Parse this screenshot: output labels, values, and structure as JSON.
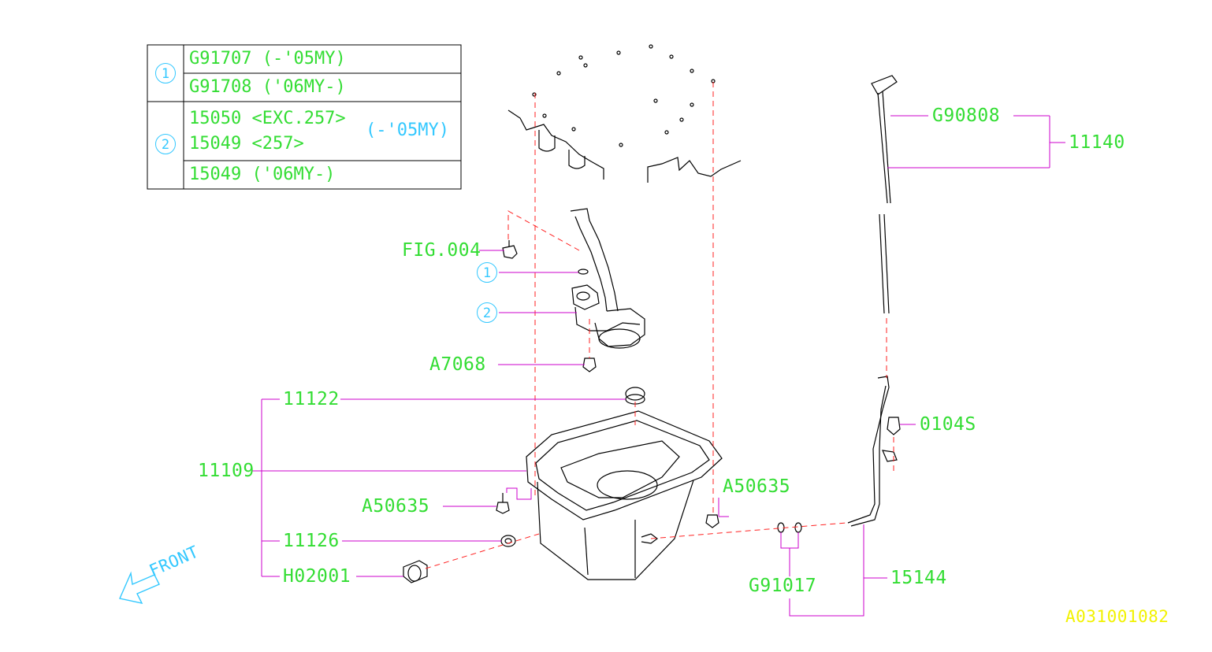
{
  "table": {
    "row1": {
      "marker": "1",
      "lines": [
        {
          "part": "G91707",
          "note": "(-'05MY)"
        },
        {
          "part": "G91708",
          "note": "('06MY-)"
        }
      ]
    },
    "row2": {
      "marker": "2",
      "line1": "15050 <EXC.257>",
      "line2": "15049 <257>",
      "shared_note": "(-'05MY)",
      "line3": "15049 ('06MY-)"
    }
  },
  "callouts": {
    "g90808": "G90808",
    "p11140": "11140",
    "fig004": "FIG.004",
    "marker1": "1",
    "marker2": "2",
    "a7068": "A7068",
    "p11122": "11122",
    "p0104s": "0104S",
    "p11109": "11109",
    "a50635_left": "A50635",
    "a50635_right": "A50635",
    "p11126": "11126",
    "h02001": "H02001",
    "g91017": "G91017",
    "p15144": "15144"
  },
  "front_arrow": "FRONT",
  "diagram_id": "A031001082",
  "colors": {
    "label": "#33dd33",
    "marker": "#33c8ff",
    "leader": "#cc00cc",
    "center_line": "#ff2222",
    "outline": "#000000",
    "diagram_id": "#f2f200"
  }
}
